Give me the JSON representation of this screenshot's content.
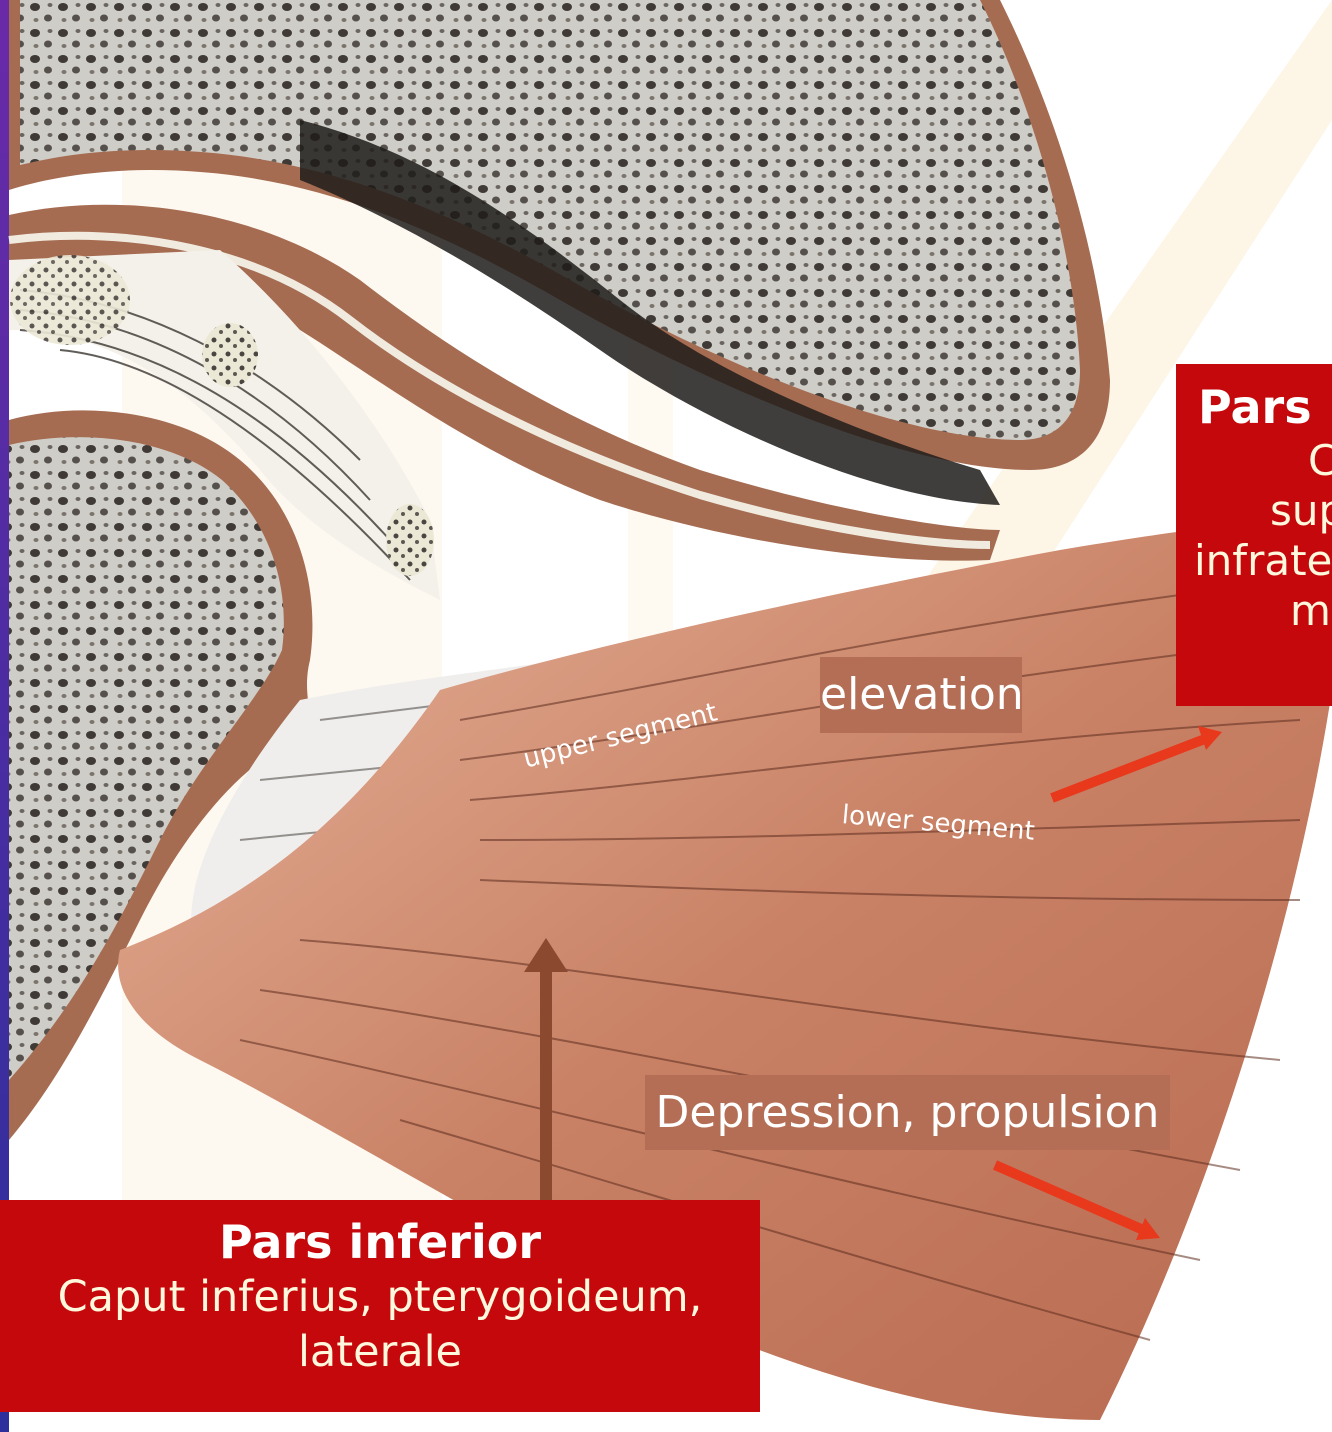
{
  "labels": {
    "pars_inferior": {
      "title": "Pars inferior",
      "line1": "Caput inferius, pterygoideum,",
      "line2": "laterale"
    },
    "pars_superior": {
      "title": "Pars",
      "line1": "C",
      "line2": "sup",
      "line3": "infrate",
      "line4": "m"
    },
    "elevation": "elevation",
    "depression": "Depression, propulsion",
    "upper_segment": "upper segment",
    "lower_segment": "lower segment"
  },
  "colors": {
    "label_red": "#c4080b",
    "label_tan": "#b46e55",
    "arrow_red": "#e8391d",
    "arrow_brown": "#8b4a30",
    "muscle": "#c97f63",
    "bone": "#a76e54",
    "sidebar": "#3b2d9a"
  }
}
